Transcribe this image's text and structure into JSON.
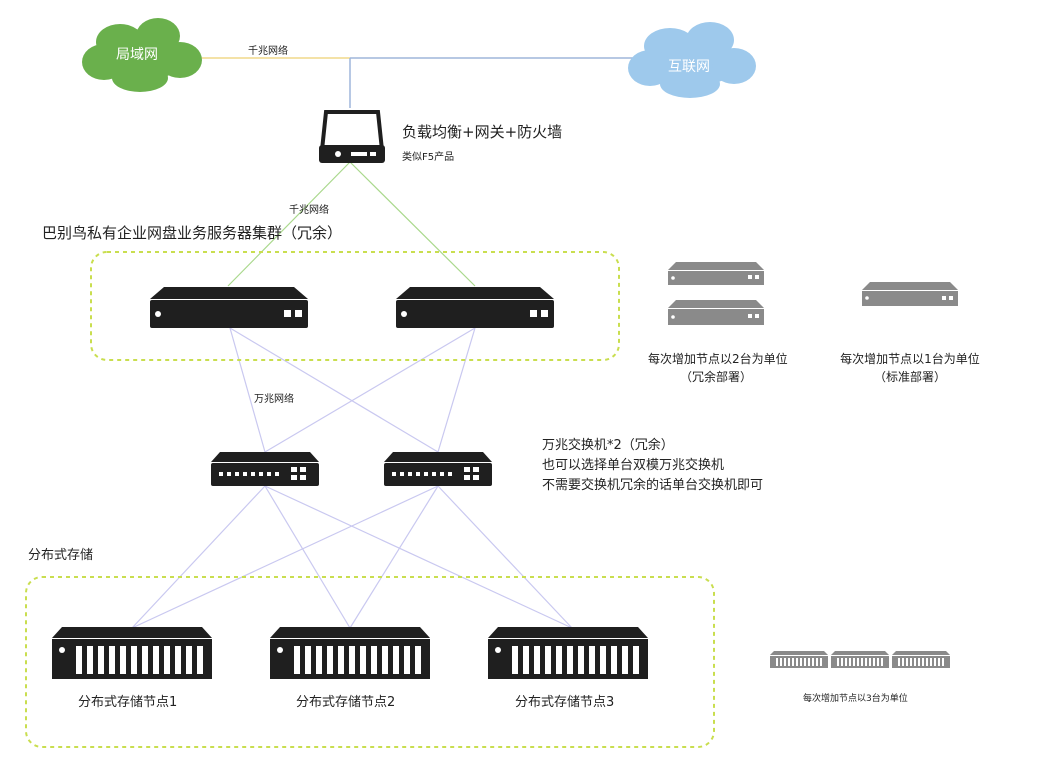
{
  "clouds": {
    "lan": {
      "label": "局域网",
      "color": "#6ab04c"
    },
    "internet": {
      "label": "互联网",
      "color": "#9ec9ec"
    }
  },
  "links": {
    "top_label": "千兆网络",
    "gateway_label": "千兆网络",
    "switch_label": "万兆网络"
  },
  "gateway": {
    "title": "负载均衡+网关+防火墙",
    "subtitle": "类似F5产品"
  },
  "server_cluster": {
    "title": "巴别鸟私有企业网盘业务服务器集群（冗余）"
  },
  "scaling_notes": {
    "redundant_line1": "每次增加节点以2台为单位",
    "redundant_line2": "（冗余部署）",
    "standard_line1": "每次增加节点以1台为单位",
    "standard_line2": "（标准部署）",
    "storage_note": "每次增加节点以3台为单位"
  },
  "switches": {
    "line1": "万兆交换机*2（冗余）",
    "line2": "也可以选择单台双模万兆交换机",
    "line3": "不需要交换机冗余的话单台交换机即可"
  },
  "storage": {
    "title": "分布式存储",
    "nodes": [
      "分布式存储节点1",
      "分布式存储节点2",
      "分布式存储节点3"
    ]
  },
  "colors": {
    "green_link": "#a9d88c",
    "yellow_link": "#f1d98a",
    "blue_link": "#9fb6da",
    "purple_link": "#c9c8f0",
    "dashed_box": "#c9de4f",
    "device_dark": "#1f1f1f",
    "device_gray": "#8a8a8a"
  }
}
